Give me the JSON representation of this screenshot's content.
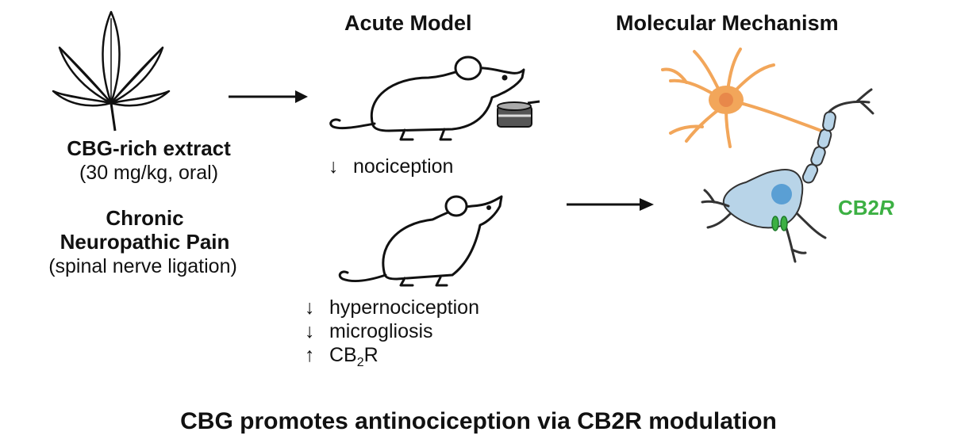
{
  "headers": {
    "acute": "Acute Model",
    "mechanism": "Molecular Mechanism"
  },
  "left": {
    "extract_title": "CBG-rich extract",
    "extract_dose": "(30 mg/kg, oral)",
    "chronic_line1": "Chronic",
    "chronic_line2": "Neuropathic Pain",
    "chronic_method": "(spinal nerve ligation)"
  },
  "acute_effects": [
    {
      "arrow": "↓",
      "text": "nociception"
    }
  ],
  "chronic_effects": [
    {
      "arrow": "↓",
      "text": "hypernociception"
    },
    {
      "arrow": "↓",
      "text": "microgliosis"
    },
    {
      "arrow": "↑",
      "text_pre": "CB",
      "text_sub": "2",
      "text_post": "R"
    }
  ],
  "receptor_label": {
    "pre": "CB2",
    "italic": "R"
  },
  "footer": "CBG promotes antinociception via CB2R modulation",
  "colors": {
    "microglia": "#f2a65a",
    "microglia_nucleus": "#e8884a",
    "neuron": "#b8d4e8",
    "neuron_nucleus": "#5a9fd4",
    "receptor": "#3cb043"
  },
  "icons": [
    "cannabis-leaf-icon",
    "mouse-icon",
    "rat-icon",
    "food-dish-icon",
    "microglia-icon",
    "neuron-icon",
    "receptor-icon",
    "arrow-icon"
  ]
}
